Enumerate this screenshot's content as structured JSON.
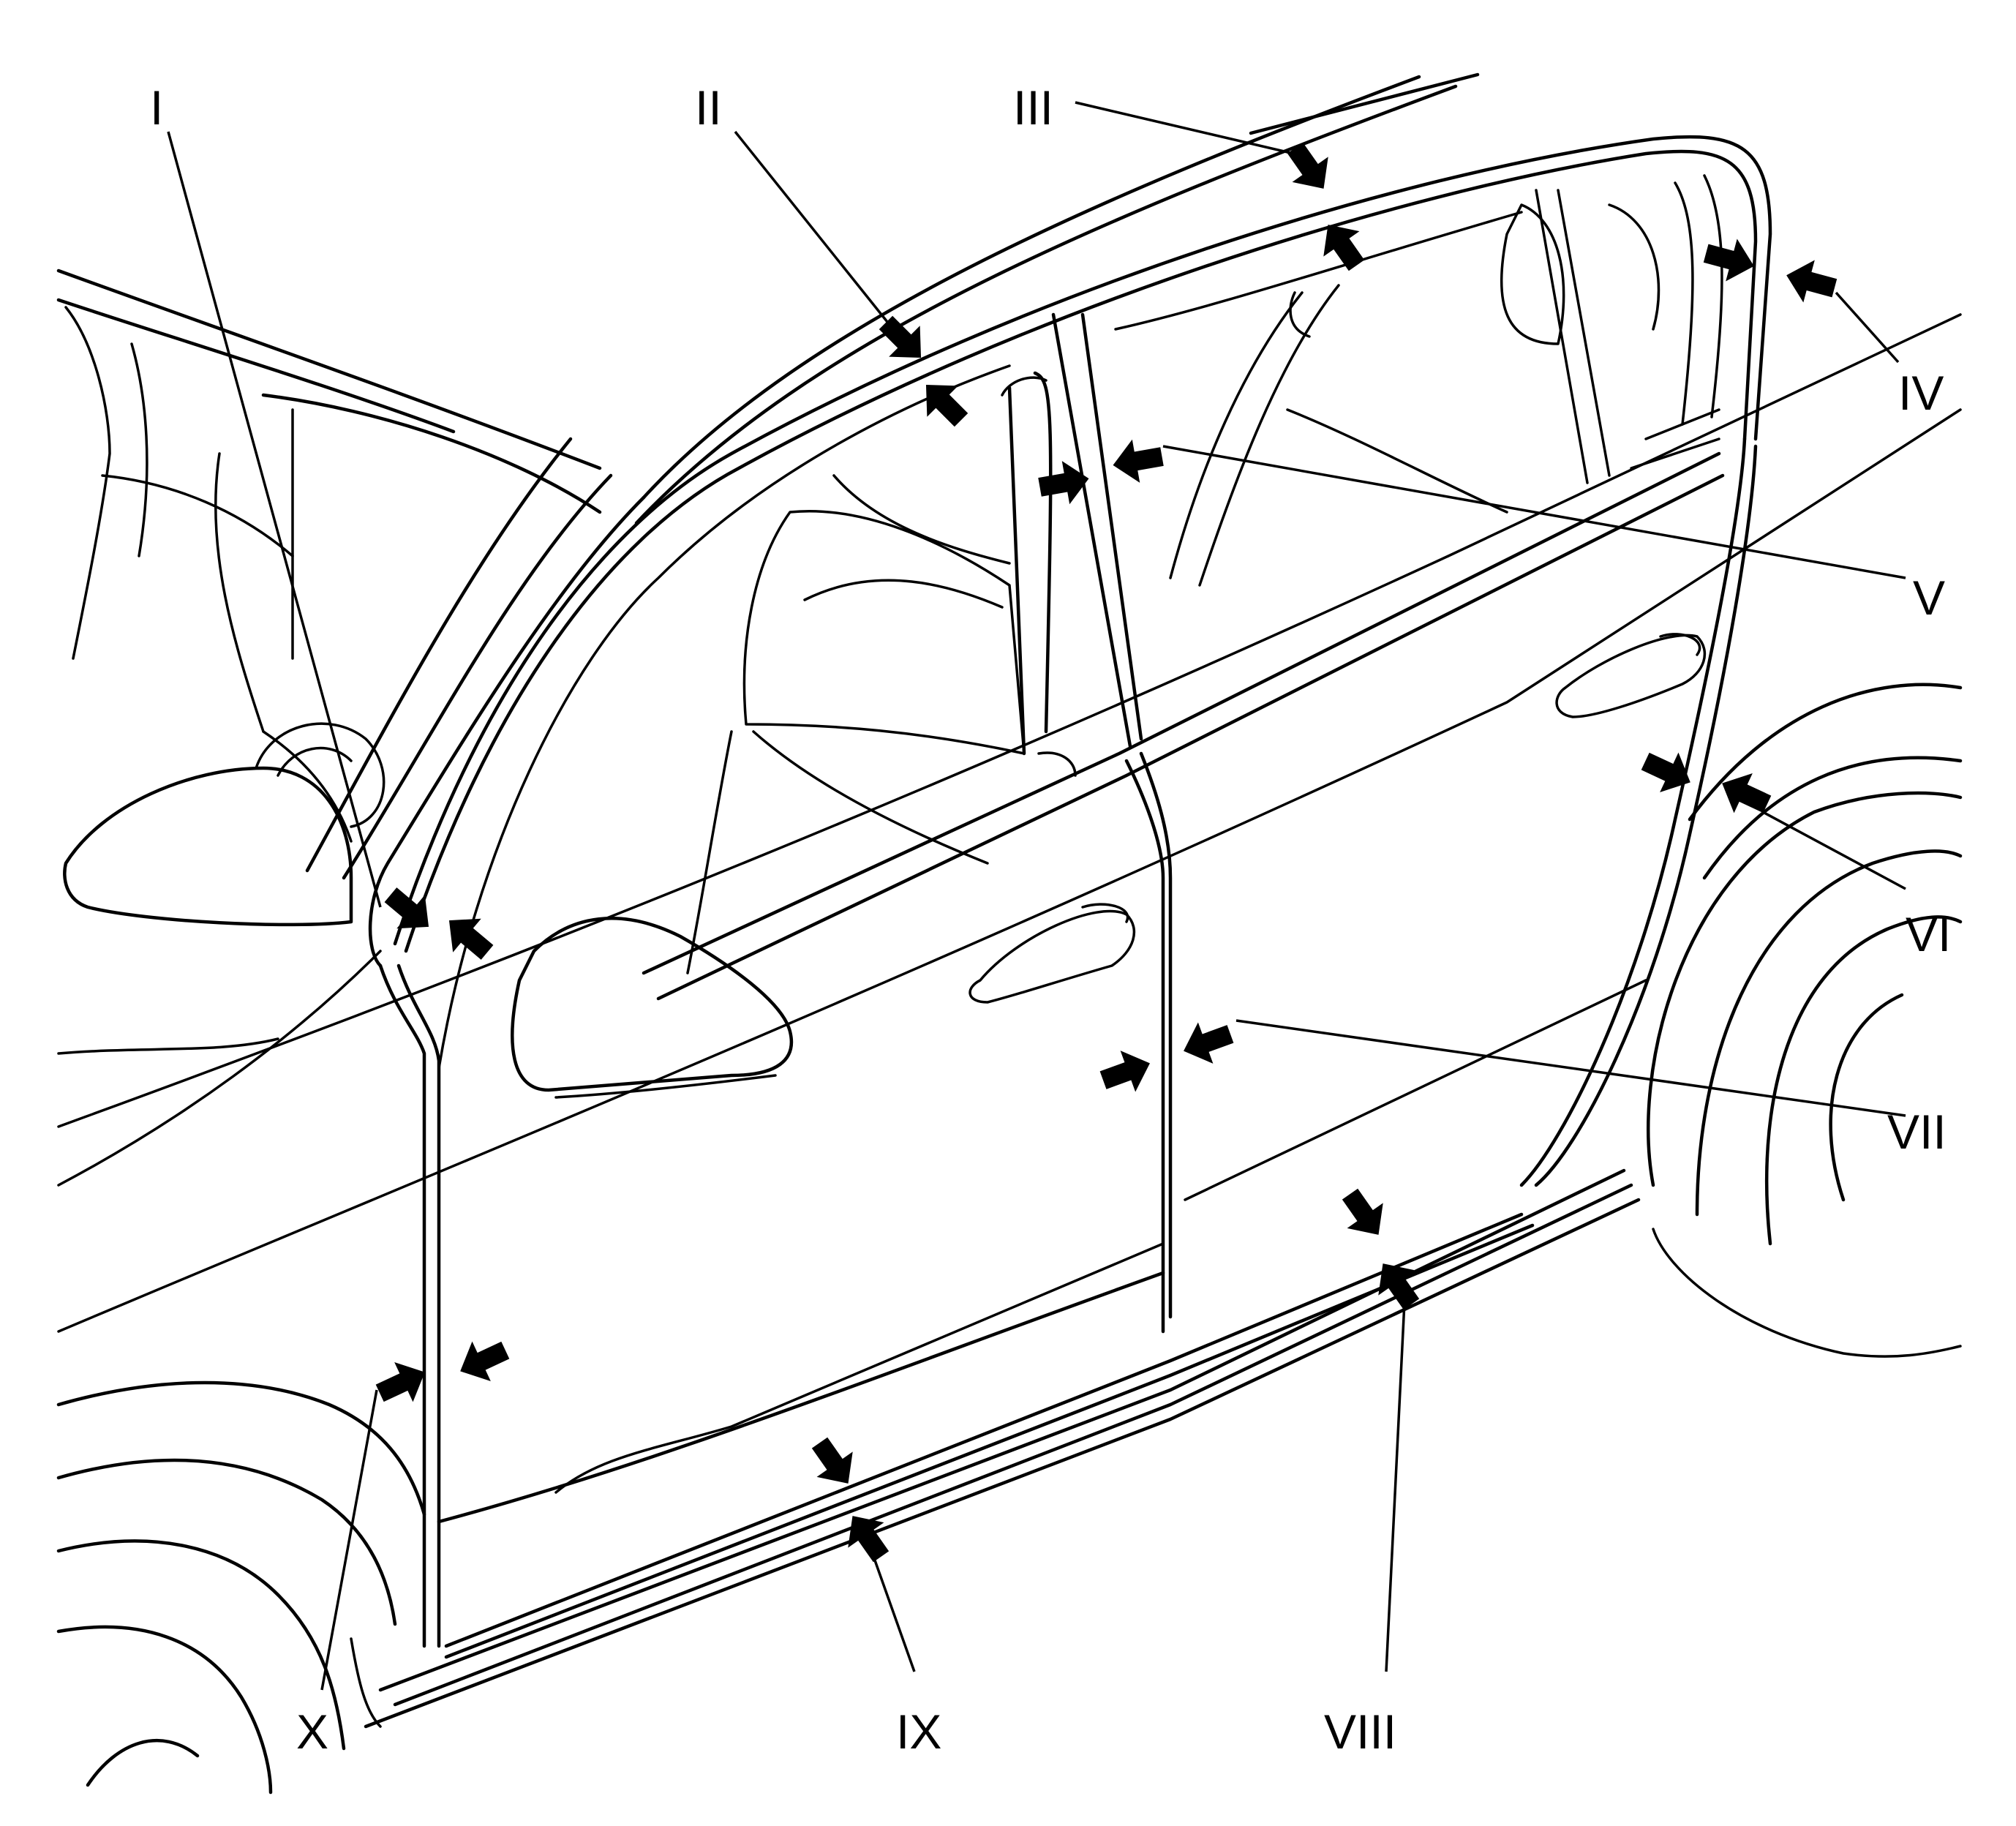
{
  "diagram": {
    "callouts": [
      {
        "id": "I",
        "label": "I"
      },
      {
        "id": "II",
        "label": "II"
      },
      {
        "id": "III",
        "label": "III"
      },
      {
        "id": "IV",
        "label": "IV"
      },
      {
        "id": "V",
        "label": "V"
      },
      {
        "id": "VI",
        "label": "VI"
      },
      {
        "id": "VII",
        "label": "VII"
      },
      {
        "id": "VIII",
        "label": "VIII"
      },
      {
        "id": "IX",
        "label": "IX"
      },
      {
        "id": "X",
        "label": "X"
      }
    ],
    "colors": {
      "ink": "#000000",
      "background": "#ffffff"
    }
  }
}
